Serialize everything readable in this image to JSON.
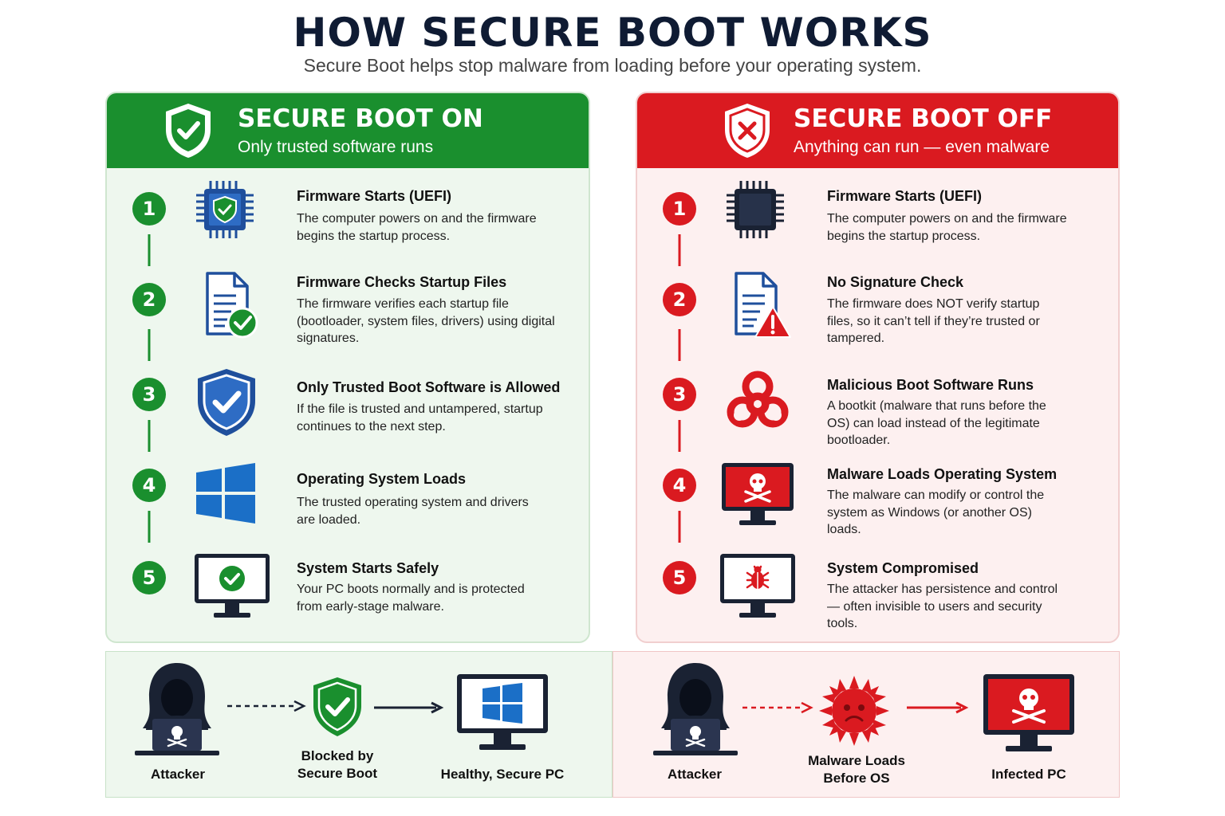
{
  "title": "HOW SECURE BOOT WORKS",
  "subtitle": "Secure Boot helps stop malware from loading before your operating system.",
  "colors": {
    "green": "#1a8f2e",
    "red": "#da1a20",
    "navy": "#0f1b33",
    "blue": "#1f4f9c",
    "windows_blue": "#1b6fc7"
  },
  "on_panel": {
    "title": "SECURE BOOT ON",
    "subtitle": "Only trusted software runs",
    "steps": [
      {
        "number": "1",
        "title": "Firmware Starts (UEFI)",
        "desc": "The computer powers on and the firmware begins the startup process.",
        "icon": "chip-shield-icon"
      },
      {
        "number": "2",
        "title": "Firmware Checks Startup Files",
        "desc": "The firmware verifies each startup file (bootloader, system files, drivers) using digital signatures.",
        "icon": "document-check-icon"
      },
      {
        "number": "3",
        "title": "Only Trusted Boot Software is Allowed",
        "desc": "If the file is trusted and untampered, startup continues to the next step.",
        "icon": "shield-check-icon"
      },
      {
        "number": "4",
        "title": "Operating System Loads",
        "desc": "The trusted operating system and drivers are loaded.",
        "icon": "windows-logo-icon"
      },
      {
        "number": "5",
        "title": "System Starts Safely",
        "desc": "Your PC boots normally and is protected from early-stage malware.",
        "icon": "monitor-check-icon"
      }
    ]
  },
  "off_panel": {
    "title": "SECURE BOOT OFF",
    "subtitle": "Anything can run — even malware",
    "steps": [
      {
        "number": "1",
        "title": "Firmware Starts (UEFI)",
        "desc": "The computer powers on and the firmware begins the startup process.",
        "icon": "chip-icon"
      },
      {
        "number": "2",
        "title": "No Signature Check",
        "desc": "The firmware does NOT verify startup files, so it can’t tell if they’re trusted or tampered.",
        "icon": "document-warning-icon"
      },
      {
        "number": "3",
        "title": "Malicious Boot Software Runs",
        "desc": "A bootkit (malware that runs before the OS) can load instead of the legitimate bootloader.",
        "icon": "biohazard-icon"
      },
      {
        "number": "4",
        "title": "Malware Loads Operating System",
        "desc": "The malware can modify or control the system as Windows (or another OS) loads.",
        "icon": "monitor-skull-icon"
      },
      {
        "number": "5",
        "title": "System Compromised",
        "desc": "The attacker has persistence and control — often invisible to users and security tools.",
        "icon": "monitor-bug-icon"
      }
    ]
  },
  "bottom_on": {
    "attacker": "Attacker",
    "blocked_line1": "Blocked by",
    "blocked_line2": "Secure Boot",
    "healthy": "Healthy, Secure PC"
  },
  "bottom_off": {
    "attacker": "Attacker",
    "malware_line1": "Malware Loads",
    "malware_line2": "Before OS",
    "infected": "Infected PC"
  }
}
